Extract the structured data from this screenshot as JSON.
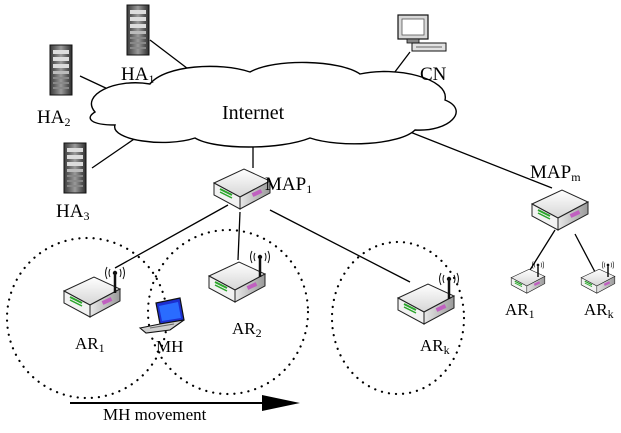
{
  "cloud": {
    "label": "Internet"
  },
  "home_agents": [
    {
      "base": "HA",
      "sub": "1"
    },
    {
      "base": "HA",
      "sub": "2"
    },
    {
      "base": "HA",
      "sub": "3"
    }
  ],
  "correspondent": {
    "label": "CN"
  },
  "maps": [
    {
      "base": "MAP",
      "sub": "1"
    },
    {
      "base": "MAP",
      "sub": "m"
    }
  ],
  "access_routers": [
    {
      "base": "AR",
      "sub": "1"
    },
    {
      "base": "AR",
      "sub": "2"
    },
    {
      "base": "AR",
      "sub": "k"
    },
    {
      "base": "AR",
      "sub": "1"
    },
    {
      "base": "AR",
      "sub": "k"
    }
  ],
  "mobile_host": {
    "label": "MH"
  },
  "movement": {
    "label": "MH movement"
  }
}
